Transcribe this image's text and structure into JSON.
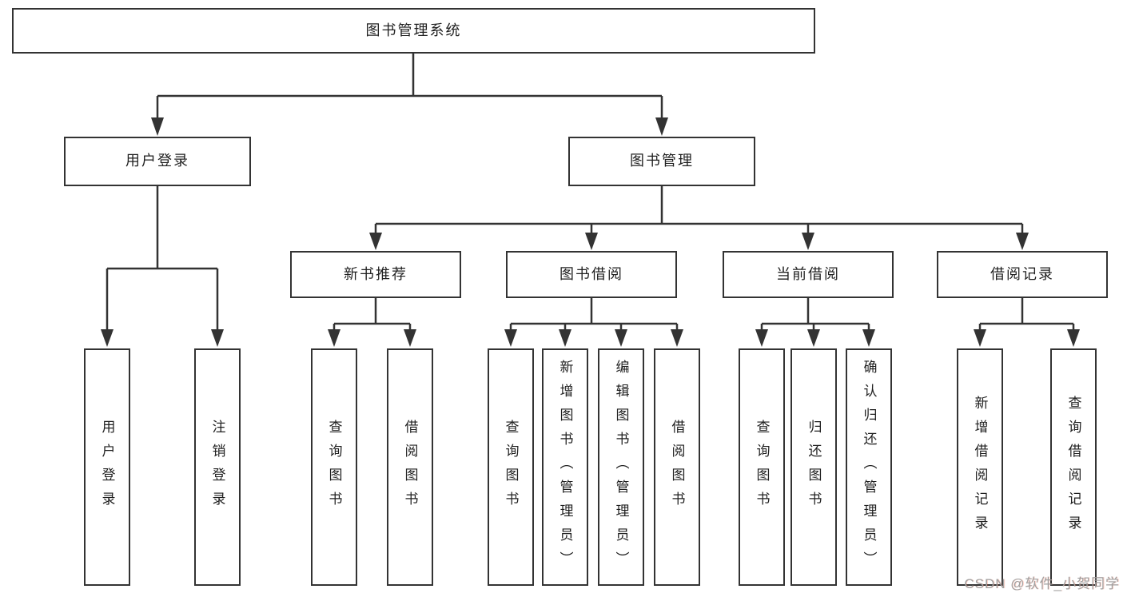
{
  "colors": {
    "line": "#333333",
    "box_border": "#333333",
    "text": "#1f1f1f",
    "watermark": "#a0a0a0"
  },
  "watermark": {
    "text": "CSDN @软件_小贺同学"
  },
  "tree": {
    "label": "图书管理系统",
    "children": [
      {
        "label": "用户登录",
        "children": [
          {
            "label": "用户登录"
          },
          {
            "label": "注销登录"
          }
        ]
      },
      {
        "label": "图书管理",
        "children": [
          {
            "label": "新书推荐",
            "children": [
              {
                "label": "查询图书"
              },
              {
                "label": "借阅图书"
              }
            ]
          },
          {
            "label": "图书借阅",
            "children": [
              {
                "label": "查询图书"
              },
              {
                "label": "新增图书（管理员）"
              },
              {
                "label": "编辑图书（管理员）"
              },
              {
                "label": "借阅图书"
              }
            ]
          },
          {
            "label": "当前借阅",
            "children": [
              {
                "label": "查询图书"
              },
              {
                "label": "归还图书"
              },
              {
                "label": "确认归还（管理员）"
              }
            ]
          },
          {
            "label": "借阅记录",
            "children": [
              {
                "label": "新增借阅记录"
              },
              {
                "label": "查询借阅记录"
              }
            ]
          }
        ]
      }
    ]
  }
}
